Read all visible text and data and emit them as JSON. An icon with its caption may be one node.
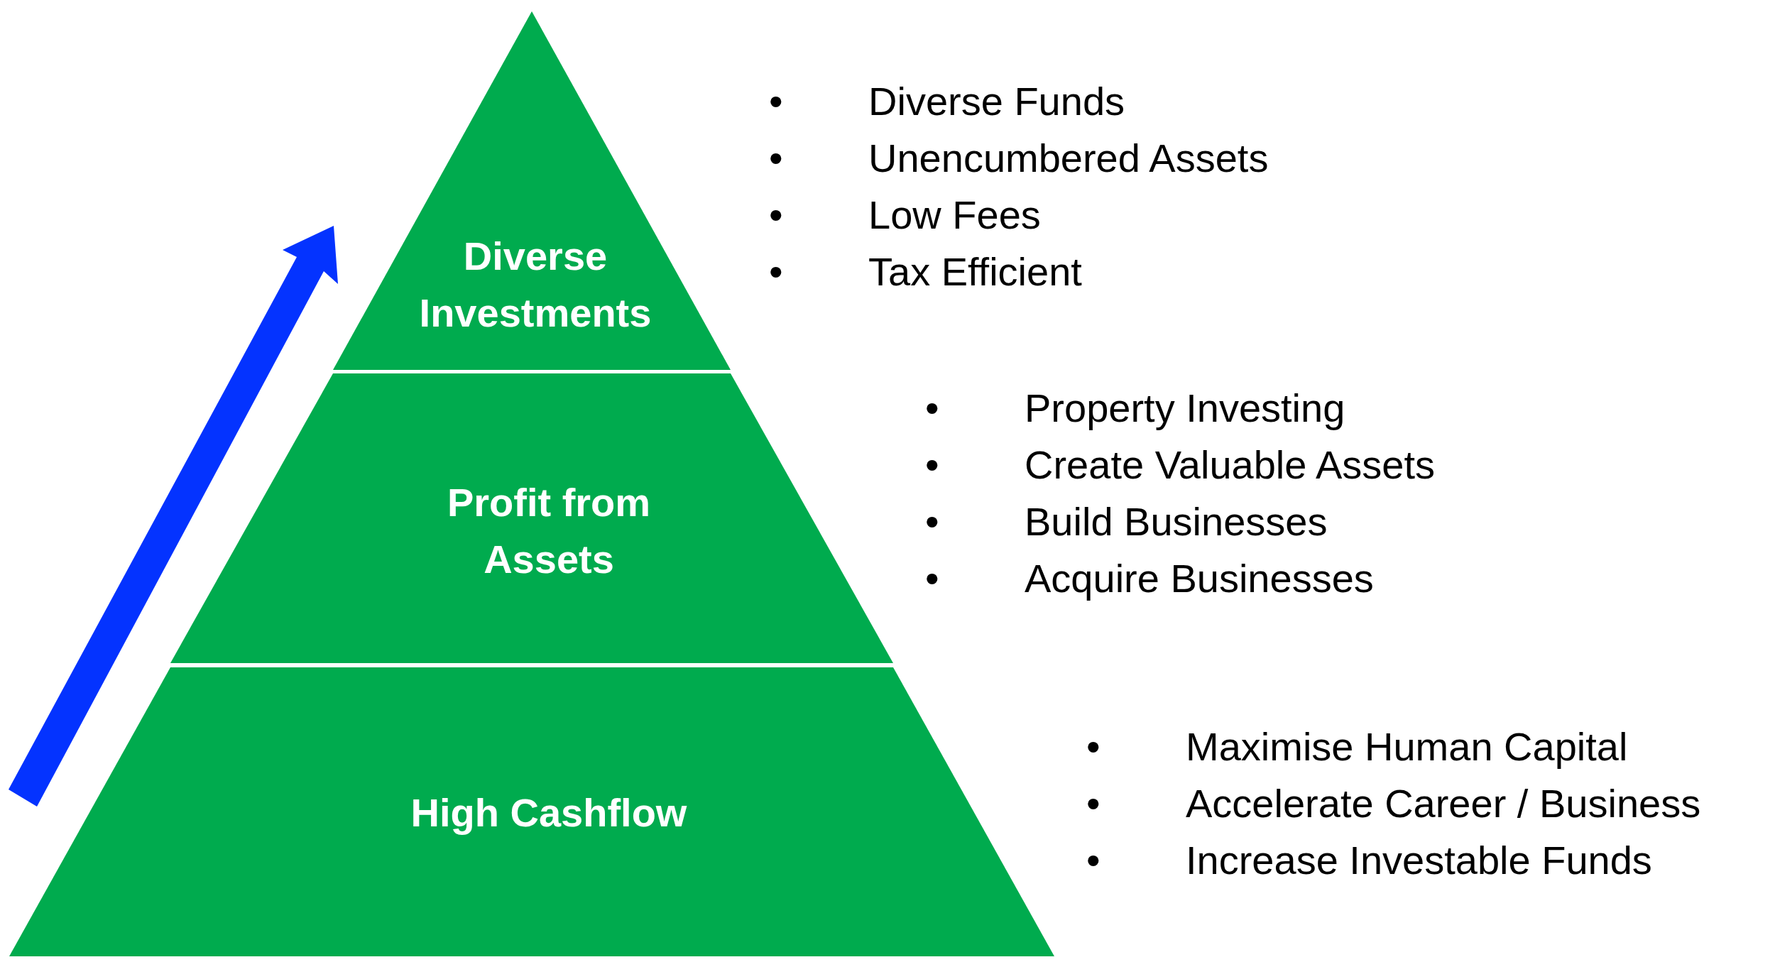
{
  "diagram": {
    "nodes": [
      {
        "text": [
          "Diverse Investments"
        ],
        "beside": [
          "•\tDiverse Funds",
          "•\tUnencumbered Assets",
          "•\tLow Fees",
          "•\tTax Efficient"
        ]
      },
      {
        "text": [
          "Profit from Assets"
        ],
        "beside": [
          "•\tProperty Investing",
          "•\tCreate Valuable Assets",
          "•\tBuild Businesses",
          "•\tAcquire Businesses"
        ]
      },
      {
        "text": [
          "High Cashflow"
        ],
        "beside": [
          "•\tMaximise Human Capital",
          "•\tAccelerate Career / Business",
          "•\tIncrease Investable Funds"
        ]
      }
    ]
  }
}
